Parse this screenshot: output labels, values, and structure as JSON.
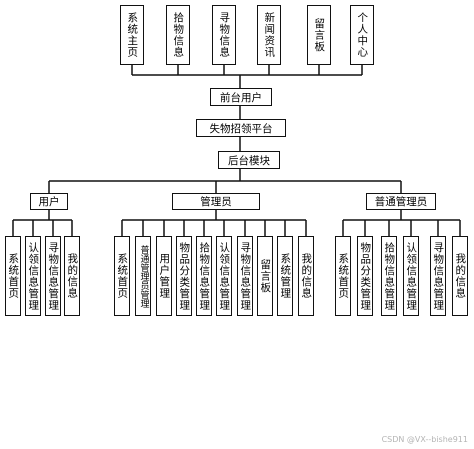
{
  "top_modules": [
    "系统主页",
    "拾物信息",
    "寻物信息",
    "新闻资讯",
    "留言板",
    "个人中心"
  ],
  "front_user": "前台用户",
  "platform": "失物招领平台",
  "backend": "后台模块",
  "groups": [
    {
      "label": "用户",
      "children": [
        "系统首页",
        "认领信息管理",
        "寻物信息管理",
        "我的信息"
      ]
    },
    {
      "label": "管理员",
      "children": [
        "系统首页",
        "普通管理员管理",
        "用户管理",
        "物品分类管理",
        "拾物信息管理",
        "认领信息管理",
        "寻物信息管理",
        "留言板",
        "系统管理",
        "我的信息"
      ]
    },
    {
      "label": "普通管理员",
      "children": [
        "系统首页",
        "物品分类管理",
        "拾物信息管理",
        "认领信息管理",
        "寻物信息管理",
        "我的信息"
      ]
    }
  ],
  "watermark": "CSDN @VX--bishe911"
}
